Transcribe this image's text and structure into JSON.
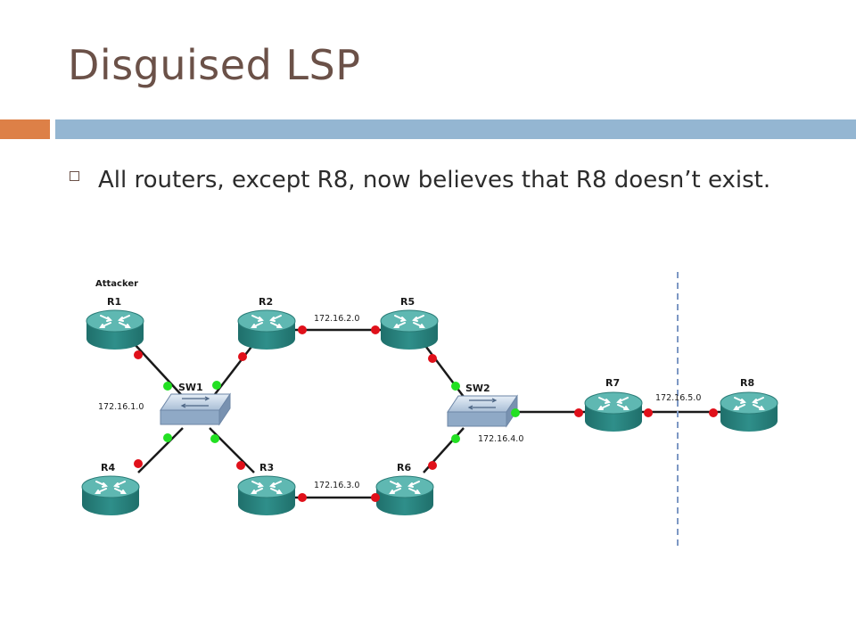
{
  "slide": {
    "title": "Disguised LSP",
    "bullet": "All routers, except R8, now believes that R8 doesn’t exist."
  },
  "diagram": {
    "attacker_label": "Attacker",
    "routers": {
      "R1": "R1",
      "R2": "R2",
      "R3": "R3",
      "R4": "R4",
      "R5": "R5",
      "R6": "R6",
      "R7": "R7",
      "R8": "R8"
    },
    "switches": {
      "SW1": "SW1",
      "SW2": "SW2"
    },
    "networks": {
      "n1": "172.16.1.0",
      "n2": "172.16.2.0",
      "n3": "172.16.3.0",
      "n4": "172.16.4.0",
      "n5": "172.16.5.0"
    },
    "colors": {
      "router_body": "#2f8f8a",
      "router_top": "#5fb8b2",
      "switch_body": "#8fa9c6",
      "link_up_router": "#e0101a",
      "link_up_switch": "#22e022",
      "boundary": "#7d98c4"
    }
  }
}
